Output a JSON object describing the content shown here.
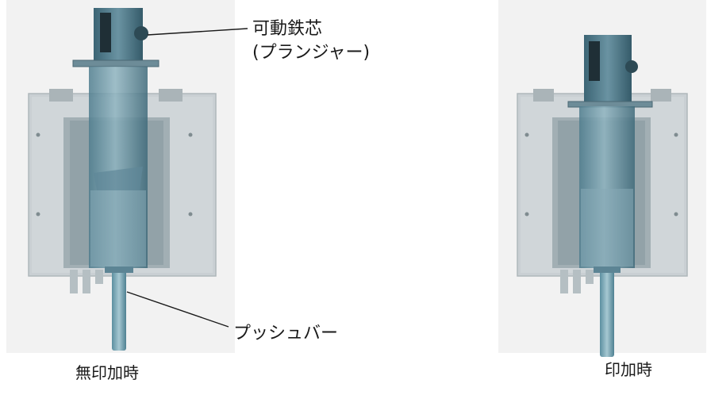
{
  "diagram": {
    "labels": {
      "core_line1": "可動鉄芯",
      "core_line2": "(プランジャー)",
      "push_bar": "プッシュバー"
    },
    "captions": {
      "unenergized": "無印加時",
      "energized": "印加時"
    }
  }
}
